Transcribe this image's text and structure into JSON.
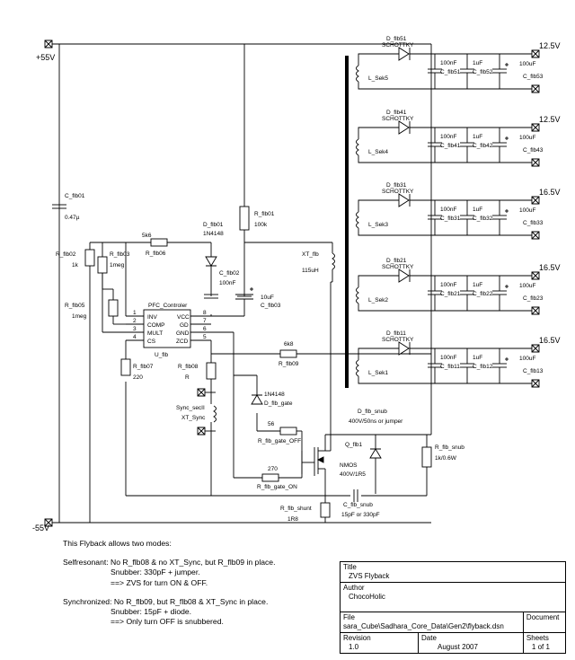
{
  "rails": {
    "v55_top": "+55V",
    "v55_bot": "-55V"
  },
  "outputs": [
    {
      "voltage": "12.5V",
      "diode": "D_flb51",
      "diode_type": "SCHOTTKY",
      "winding": "L_Sek5",
      "c1_val": "100nF",
      "c1": "C_flb51",
      "c2_val": "1uF",
      "c2": "C_flb52",
      "c3_val": "100uF",
      "c3": "C_flb53"
    },
    {
      "voltage": "12.5V",
      "diode": "D_flb41",
      "diode_type": "SCHOTTKY",
      "winding": "L_Sek4",
      "c1_val": "100nF",
      "c1": "C_flb41",
      "c2_val": "1uF",
      "c2": "C_flb42",
      "c3_val": "100uF",
      "c3": "C_flb43"
    },
    {
      "voltage": "16.5V",
      "diode": "D_flb31",
      "diode_type": "SCHOTTKY",
      "winding": "L_Sek3",
      "c1_val": "100nF",
      "c1": "C_flb31",
      "c2_val": "1uF",
      "c2": "C_flb32",
      "c3_val": "100uF",
      "c3": "C_flb33"
    },
    {
      "voltage": "16.5V",
      "diode": "D_flb21",
      "diode_type": "SCHOTTKY",
      "winding": "L_Sek2",
      "c1_val": "100nF",
      "c1": "C_flb21",
      "c2_val": "1uF",
      "c2": "C_flb22",
      "c3_val": "100uF",
      "c3": "C_flb23"
    },
    {
      "voltage": "16.5V",
      "diode": "D_flb11",
      "diode_type": "SCHOTTKY",
      "winding": "L_Sek1",
      "c1_val": "100nF",
      "c1": "C_flb11",
      "c2_val": "1uF",
      "c2": "C_flb12",
      "c3_val": "100uF",
      "c3": "C_flb13"
    }
  ],
  "parts": {
    "c_flb01": "C_flb01",
    "c_flb01_val": "0.47µ",
    "r_flb01": "R_flb01",
    "r_flb01_val": "100k",
    "d_flb01": "D_flb01",
    "d_flb01_val": "1N4148",
    "c_flb02": "C_flb02",
    "c_flb02_val": "100nF",
    "c_flb03_val": "10uF",
    "c_flb03": "C_flb03",
    "xt_flb": "XT_flb",
    "xt_flb_val": "115uH",
    "r_flb02": "R_flb02",
    "r_flb02_val": "1k",
    "r_flb03": "R_flb03",
    "r_flb03_val": "1meg",
    "r_flb05": "R_flb05",
    "r_flb05_val": "1meg",
    "r_flb06_val": "5k6",
    "r_flb06": "R_flb06",
    "ic_name": "PFC_Controler",
    "ic_ref": "U_flb",
    "pins_left": [
      "INV",
      "COMP",
      "MULT",
      "CS"
    ],
    "pins_right": [
      "VCC",
      "GD",
      "GND",
      "ZCD"
    ],
    "pin_nums_left": [
      "1",
      "2",
      "3",
      "4"
    ],
    "pin_nums_right": [
      "8",
      "7",
      "6",
      "5"
    ],
    "r_flb07": "R_flb07",
    "r_flb07_val": "220",
    "r_flb08": "R_flb08",
    "r_flb08_val": "R",
    "r_flb09_val": "6k8",
    "r_flb09": "R_flb09",
    "sync": "Sync_secII",
    "xt_sync": "XT_Sync",
    "d_gate_val": "1N4148",
    "d_gate": "D_flb_gate",
    "r_off_val": "56",
    "r_off": "R_flb_gate_OFF",
    "r_on_val": "270",
    "r_on": "R_flb_gate_ON",
    "d_snub": "D_flb_snub",
    "d_snub_val": "400V/50ns or jumper",
    "q": "Q_flb1",
    "q_type": "NMOS",
    "q_val": "400V/1R5",
    "r_snub": "R_flb_snub",
    "r_snub_val": "1k/0.6W",
    "c_snub": "C_flb_snub",
    "c_snub_val": "15pF or 330pF",
    "r_shunt": "R_flb_shunt",
    "r_shunt_val": "1R8"
  },
  "notes": {
    "intro": "This Flyback allows two modes:",
    "self_1": "Selfresonant: No R_flb08 & no XT_Sync, but R_flb09 in place.",
    "self_2": "Snubber: 330pF + jumper.",
    "self_3": "==> ZVS for turn ON & OFF.",
    "sync_1": "Synchronized: No R_flb09, but R_flb08 & XT_Sync in place.",
    "sync_2": "Snubber: 15pF + diode.",
    "sync_3": "==> Only turn OFF is snubbered."
  },
  "title_block": {
    "title_label": "Title",
    "title": "ZVS Flyback",
    "author_label": "Author",
    "author": "ChocoHolic",
    "file_label": "File",
    "file": "sara_Cube\\Sadhara_Core_Data\\Gen2\\flyback.dsn",
    "document_label": "Document",
    "revision_label": "Revision",
    "revision": "1.0",
    "date_label": "Date",
    "date": "August 2007",
    "sheets_label": "Sheets",
    "sheets": "1 of 1"
  }
}
